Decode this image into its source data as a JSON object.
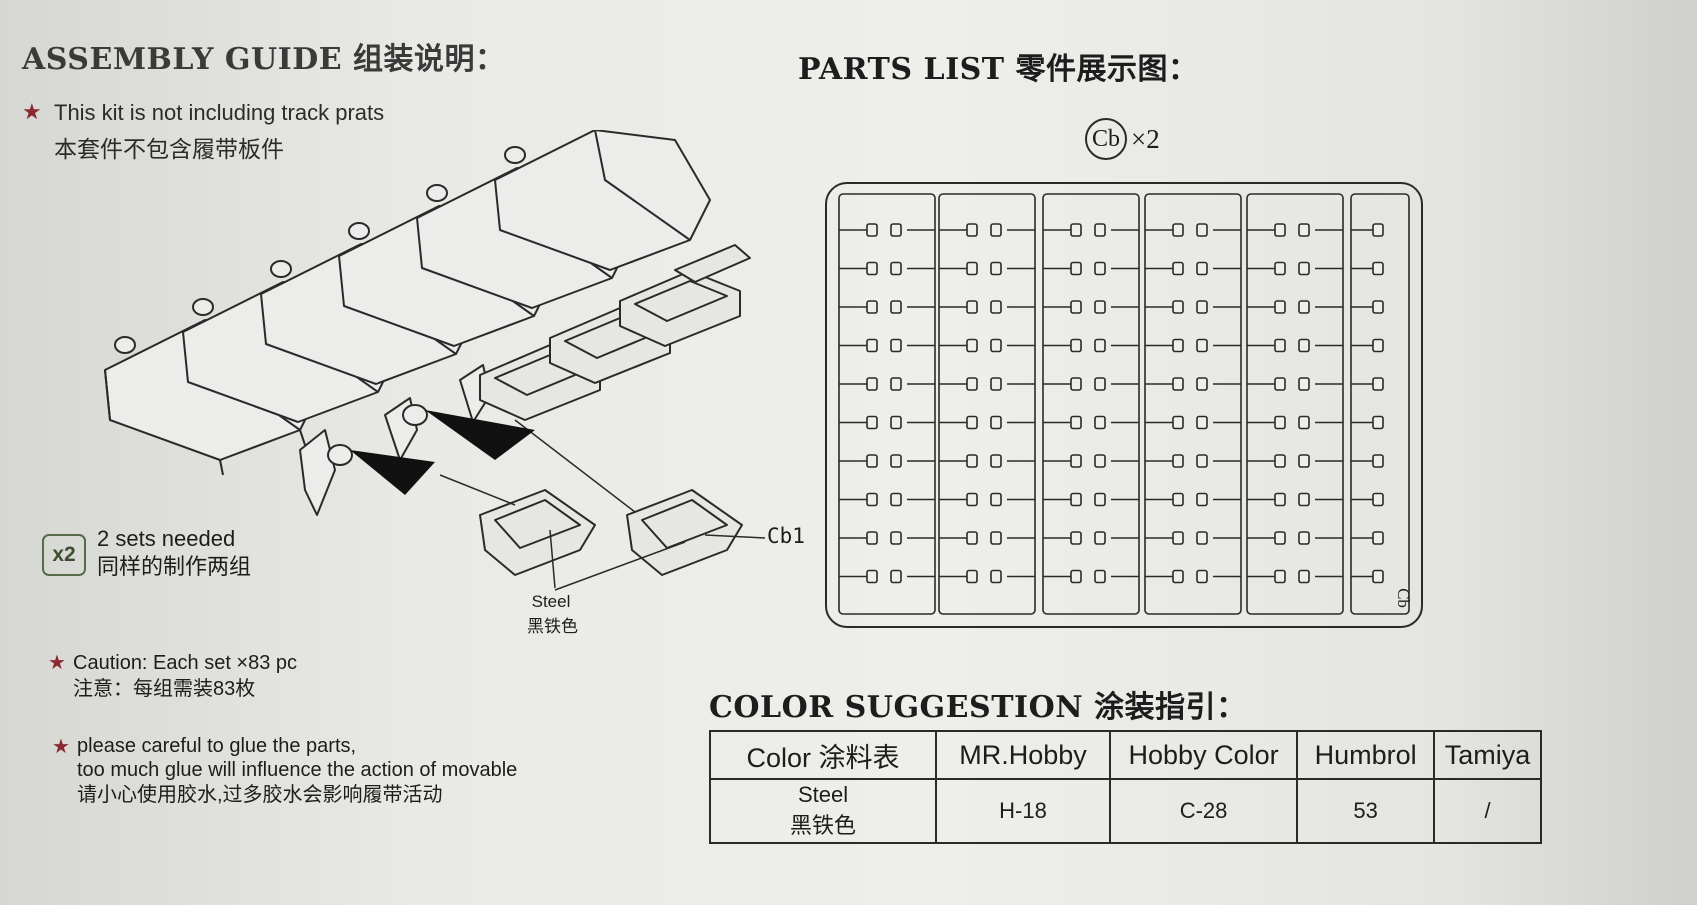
{
  "assembly": {
    "title": "ASSEMBLY GUIDE 组装说明：",
    "note_en": "This kit is not including track prats",
    "note_cn": "本套件不包含履带板件",
    "sets_badge": "x2",
    "sets_en": "2 sets needed",
    "sets_cn": "同样的制作两组",
    "part_label": "Cb1",
    "color_en": "Steel",
    "color_cn": "黑铁色",
    "caution_en": "Caution: Each set ×83 pc",
    "caution_cn": "注意：每组需装83枚",
    "glue_en1": "please careful to glue the parts,",
    "glue_en2": "too much glue will influence the action of movable",
    "glue_cn": "请小心使用胶水,过多胶水会影响履带活动"
  },
  "parts": {
    "title": "PARTS LIST 零件展示图：",
    "sprue_code": "Cb",
    "sprue_qty": "×2",
    "sprue_corner_label": "Cb"
  },
  "colors": {
    "title": "COLOR SUGGESTION 涂装指引：",
    "headers": [
      "Color 涂料表",
      "MR.Hobby",
      "Hobby Color",
      "Humbrol",
      "Tamiya"
    ],
    "row": {
      "name_en": "Steel",
      "name_cn": "黑铁色",
      "mr_hobby": "H-18",
      "hobby_color": "C-28",
      "humbrol": "53",
      "tamiya": "/"
    }
  },
  "accent_color": "#8a2a30",
  "badge_color": "#556b4a"
}
